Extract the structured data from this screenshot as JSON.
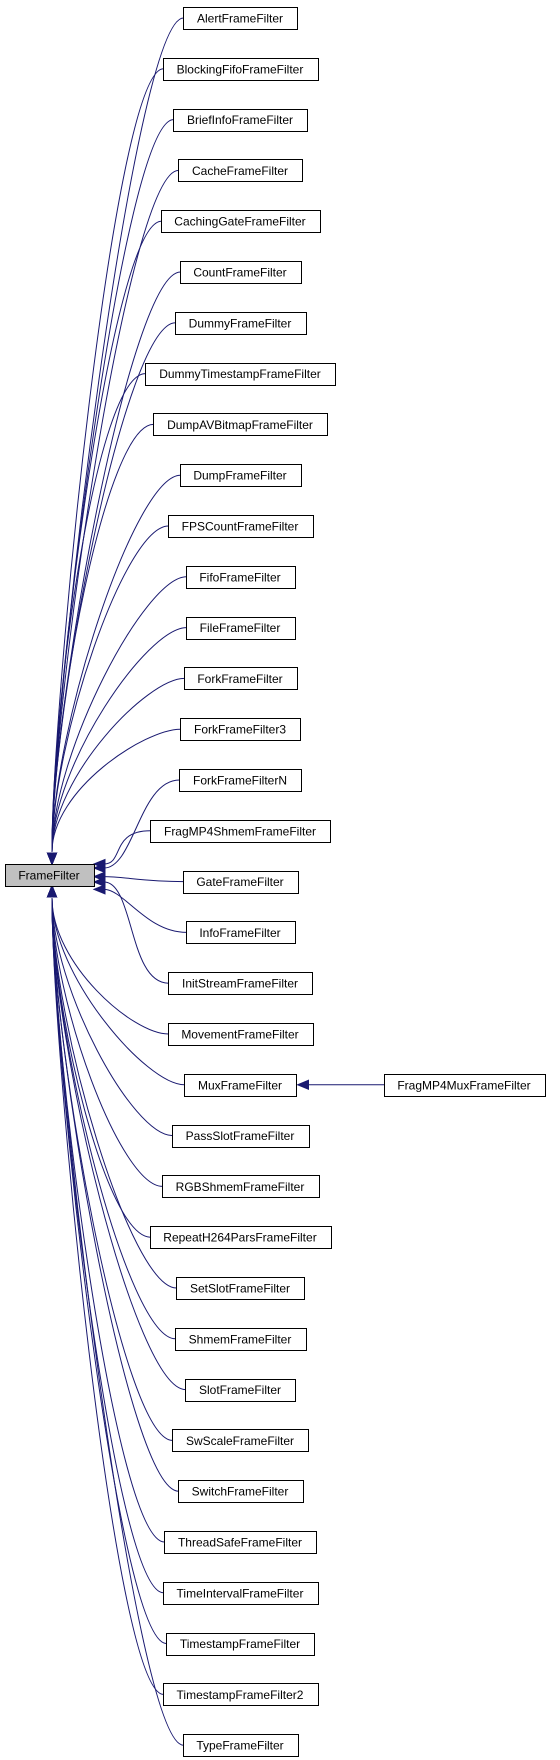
{
  "root": {
    "label": "FrameFilter",
    "fill": "#c0c0c0"
  },
  "children": [
    {
      "label": "AlertFrameFilter"
    },
    {
      "label": "BlockingFifoFrameFilter"
    },
    {
      "label": "BriefInfoFrameFilter"
    },
    {
      "label": "CacheFrameFilter"
    },
    {
      "label": "CachingGateFrameFilter"
    },
    {
      "label": "CountFrameFilter"
    },
    {
      "label": "DummyFrameFilter"
    },
    {
      "label": "DummyTimestampFrameFilter"
    },
    {
      "label": "DumpAVBitmapFrameFilter"
    },
    {
      "label": "DumpFrameFilter"
    },
    {
      "label": "FPSCountFrameFilter"
    },
    {
      "label": "FifoFrameFilter"
    },
    {
      "label": "FileFrameFilter"
    },
    {
      "label": "ForkFrameFilter"
    },
    {
      "label": "ForkFrameFilter3"
    },
    {
      "label": "ForkFrameFilterN"
    },
    {
      "label": "FragMP4ShmemFrameFilter"
    },
    {
      "label": "GateFrameFilter"
    },
    {
      "label": "InfoFrameFilter"
    },
    {
      "label": "InitStreamFrameFilter"
    },
    {
      "label": "MovementFrameFilter"
    },
    {
      "label": "MuxFrameFilter",
      "children": [
        {
          "label": "FragMP4MuxFrameFilter"
        }
      ]
    },
    {
      "label": "PassSlotFrameFilter"
    },
    {
      "label": "RGBShmemFrameFilter"
    },
    {
      "label": "RepeatH264ParsFrameFilter"
    },
    {
      "label": "SetSlotFrameFilter"
    },
    {
      "label": "ShmemFrameFilter"
    },
    {
      "label": "SlotFrameFilter"
    },
    {
      "label": "SwScaleFrameFilter"
    },
    {
      "label": "SwitchFrameFilter"
    },
    {
      "label": "ThreadSafeFrameFilter"
    },
    {
      "label": "TimeIntervalFrameFilter"
    },
    {
      "label": "TimestampFrameFilter"
    },
    {
      "label": "TimestampFrameFilter2"
    },
    {
      "label": "TypeFrameFilter"
    }
  ],
  "colors": {
    "edge": "#191970",
    "box_border": "#000000",
    "box_fill": "#ffffff",
    "root_fill": "#c0c0c0",
    "background": "#ffffff"
  }
}
